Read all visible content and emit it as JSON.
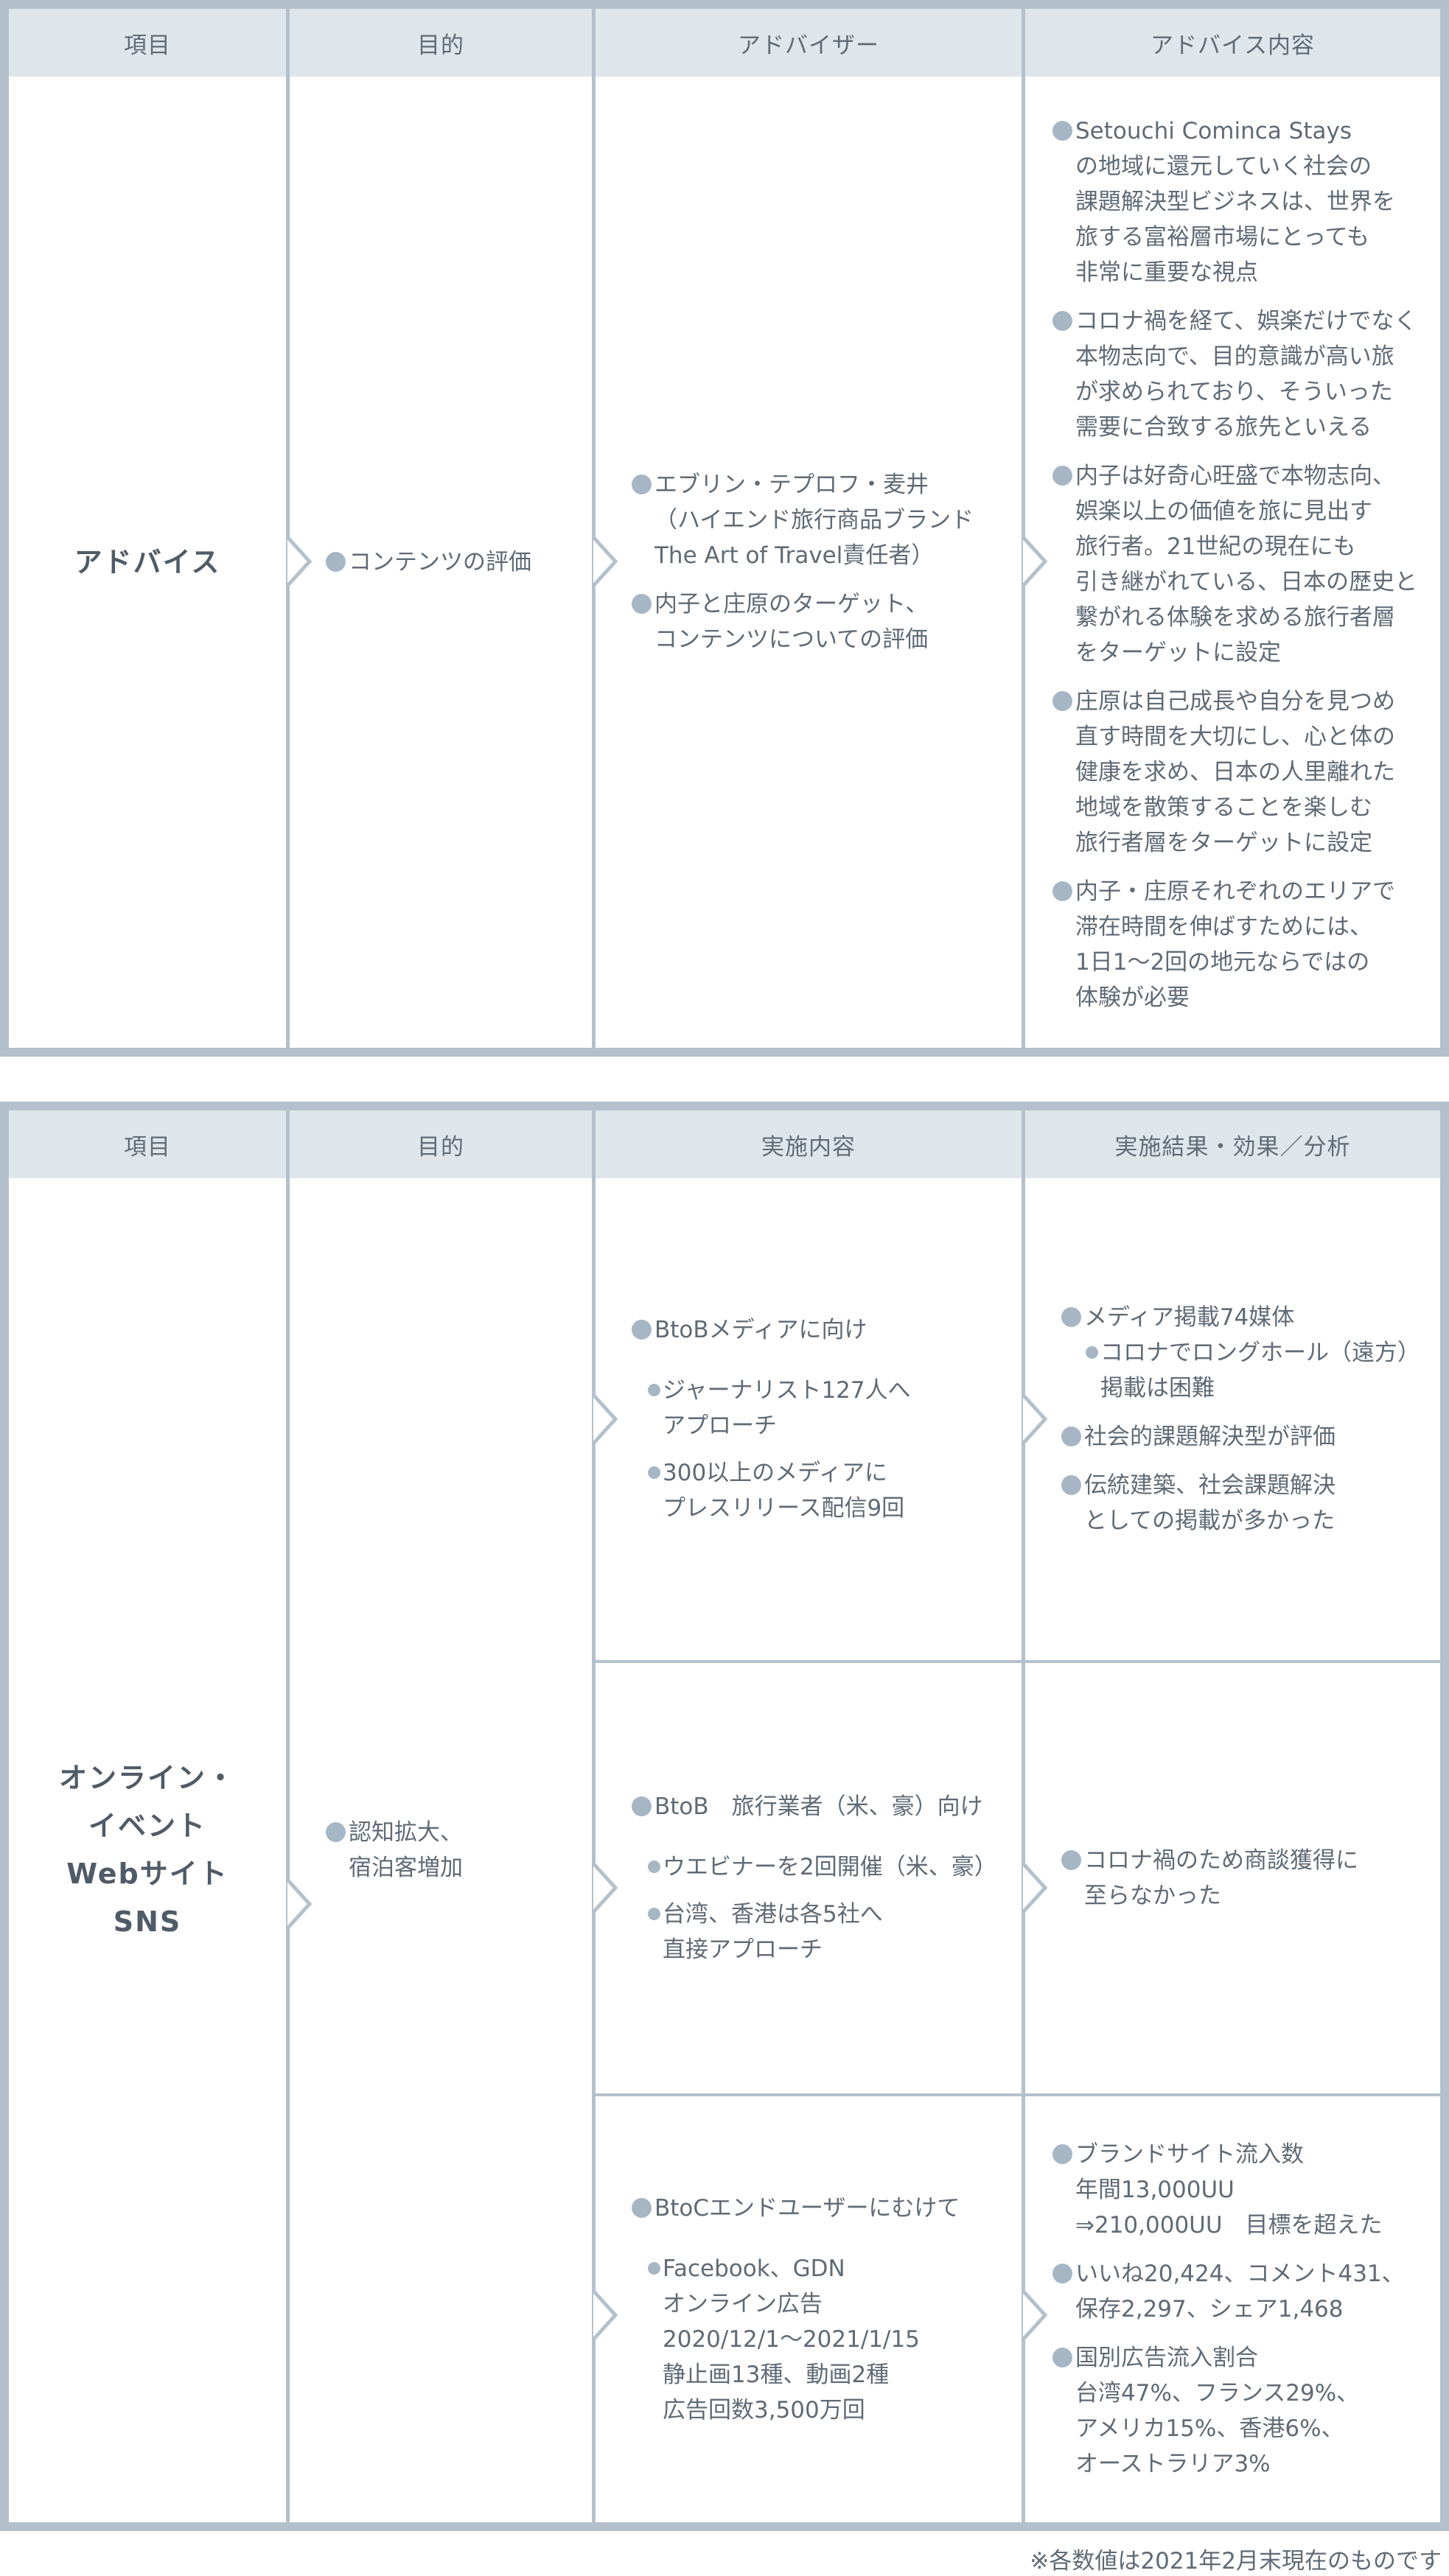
{
  "table1": {
    "headers": [
      "項目",
      "目的",
      "アドバイザー",
      "アドバイス内容"
    ],
    "row_label": "アドバイス",
    "purpose": [
      "コンテンツの評価"
    ],
    "advisor": [
      "エブリン・テプロフ・麦井\n（ハイエンド旅行商品ブランド\nThe Art of Travel責任者）",
      "内子と庄原のターゲット、\nコンテンツについての評価"
    ],
    "content": [
      "Setouchi Cominca Stays\nの地域に還元していく社会の\n課題解決型ビジネスは、世界を\n旅する富裕層市場にとっても\n非常に重要な視点",
      "コロナ禍を経て、娯楽だけでなく\n本物志向で、目的意識が高い旅\nが求められており、そういった\n需要に合致する旅先といえる",
      "内子は好奇心旺盛で本物志向、\n娯楽以上の価値を旅に見出す\n旅行者。21世紀の現在にも\n引き継がれている、日本の歴史と\n繋がれる体験を求める旅行者層\nをターゲットに設定",
      "庄原は自己成長や自分を見つめ\n直す時間を大切にし、心と体の\n健康を求め、日本の人里離れた\n地域を散策することを楽しむ\n旅行者層をターゲットに設定",
      "内子・庄原それぞれのエリアで\n滞在時間を伸ばすためには、\n1日1～2回の地元ならではの\n体験が必要"
    ]
  },
  "table2": {
    "headers": [
      "項目",
      "目的",
      "実施内容",
      "実施結果・効果／分析"
    ],
    "row_label": [
      "オンライン・",
      "イベント",
      "Webサイト",
      "SNS"
    ],
    "purpose": "認知拡大、\n宿泊客増加",
    "rows": [
      {
        "action_title": "BtoBメディアに向け",
        "action_subs": [
          "ジャーナリスト127人へ\nアプローチ",
          "300以上のメディアに\nプレスリリース配信9回"
        ],
        "results": [
          {
            "text": "メディア掲載74媒体",
            "sub": "コロナでロングホール（遠方）\n掲載は困難"
          },
          {
            "text": "社会的課題解決型が評価"
          },
          {
            "text": "伝統建築、社会課題解決\nとしての掲載が多かった"
          }
        ]
      },
      {
        "action_title": "BtoB　旅行業者（米、豪）向け",
        "action_subs": [
          "ウエビナーを2回開催（米、豪）",
          "台湾、香港は各5社へ\n直接アプローチ"
        ],
        "results": [
          {
            "text": "コロナ禍のため商談獲得に\n至らなかった"
          }
        ]
      },
      {
        "action_title": "BtoCエンドユーザーにむけて",
        "action_subs": [
          "Facebook、GDN\nオンライン広告\n2020/12/1～2021/1/15\n静止画13種、動画2種\n広告回数3,500万回"
        ],
        "results": [
          {
            "text": "ブランドサイト流入数\n年間13,000UU\n⇒210,000UU　目標を超えた"
          },
          {
            "text": "いいね20,424、コメント431、\n保存2,297、シェア1,468"
          },
          {
            "text": "国別広告流入割合\n台湾47%、フランス29%、\nアメリカ15%、香港6%、\nオーストラリア3%"
          }
        ]
      }
    ]
  },
  "footnote": "※各数値は2021年2月末現在のものです",
  "colors": {
    "border": "#b4c1cc",
    "header_bg": "#dfe6eb",
    "text": "#5f6b76",
    "bullet": "#a7b6c4"
  }
}
